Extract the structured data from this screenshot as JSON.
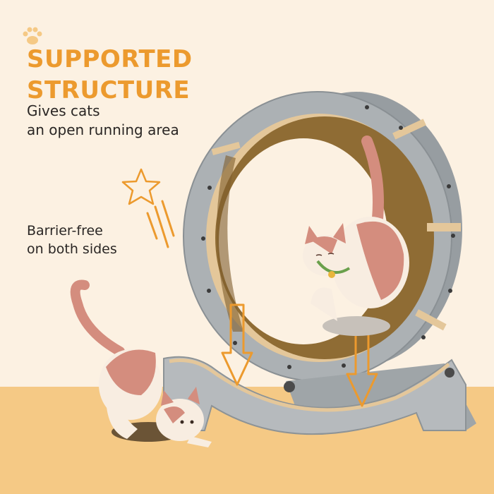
{
  "headline": {
    "line1": "SUPPORTED",
    "line2": "STRUCTURE"
  },
  "subheading": {
    "line1": "Gives cats",
    "line2": "an open running area"
  },
  "side_note": {
    "line1": "Barrier-free",
    "line2": "on both sides"
  },
  "icons": [
    "paw-print-icon",
    "star-icon",
    "motion-lines-icon",
    "down-arrow-icon",
    "down-arrow-icon"
  ],
  "colors": {
    "background": "#fcf1e2",
    "floor": "#f5c985",
    "accent_orange": "#ec9a2e",
    "wheel_grey": "#a9aeb1",
    "cardboard": "#8f6c34",
    "cat_pink": "#d48d7e",
    "cat_cream": "#f8ede1",
    "text_dark": "#2a2624"
  }
}
